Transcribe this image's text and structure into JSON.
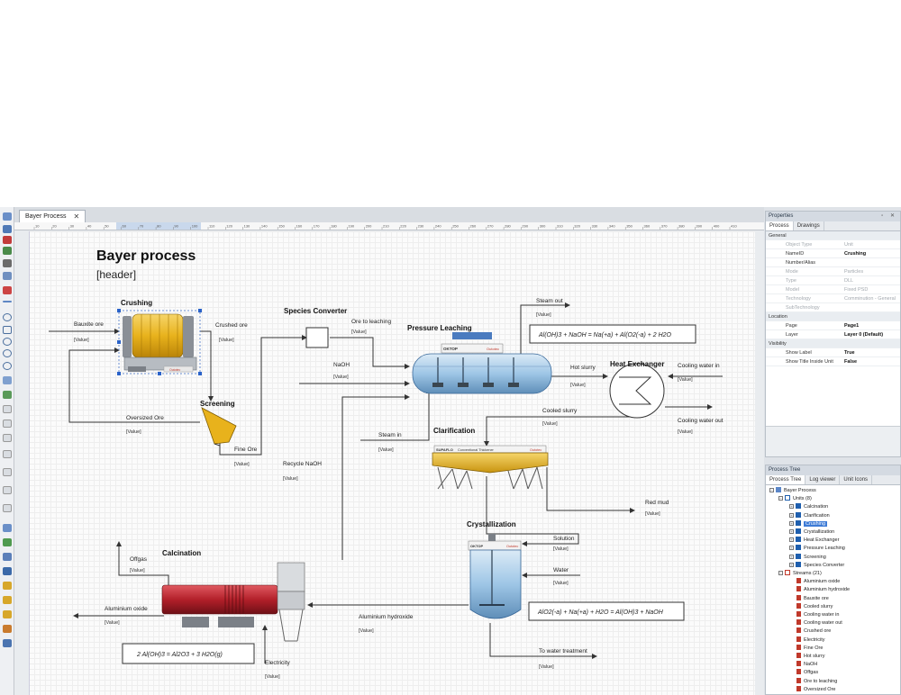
{
  "document": {
    "tab_label": "Bayer Process",
    "tab_close": "✕",
    "ruler_ticks": [
      "10",
      "20",
      "30",
      "40",
      "50",
      "60",
      "70",
      "80",
      "90",
      "100",
      "110",
      "120",
      "130",
      "140",
      "150",
      "160",
      "170",
      "180",
      "190",
      "200",
      "210",
      "220",
      "230",
      "240",
      "250",
      "260",
      "270",
      "280",
      "290",
      "300",
      "310",
      "320",
      "330",
      "340",
      "350",
      "360",
      "370",
      "380",
      "390",
      "400",
      "410"
    ]
  },
  "diagram": {
    "title": "Bayer process",
    "header": "[header]",
    "units": {
      "crushing": "Crushing",
      "screening": "Screening",
      "species_converter": "Species Converter",
      "pressure_leaching": "Pressure Leaching",
      "heat_exchanger": "Heat Exchanger",
      "clarification": "Clarification",
      "crystallization": "Crystallization",
      "calcination": "Calcination"
    },
    "streams": {
      "bauxite_ore": "Bauxite ore",
      "crushed_ore": "Crushed ore",
      "oversized_ore": "Oversized Ore",
      "fine_ore": "Fine Ore",
      "ore_to_leaching": "Ore to leaching",
      "naoh": "NaOH",
      "recycle_naoh": "Recycle NaOH",
      "steam_in": "Steam in",
      "steam_out": "Steam out",
      "hot_slurry": "Hot slurry",
      "cooled_slurry": "Cooled slurry",
      "cooling_water_in": "Cooling water in",
      "cooling_water_out": "Cooling water out",
      "red_mud": "Red mud",
      "solution": "Solution",
      "water": "Water",
      "to_water_treatment": "To water treatment",
      "aluminium_hydroxide": "Aluminium hydroxide",
      "aluminium_oxide": "Aluminium oxide",
      "offgas": "Offgas",
      "electricity": "Electricity"
    },
    "value_placeholder": "[Value]",
    "equations": {
      "leaching": "Al(OH)3 + NaOH = Na(+a) + Al(O2(-a) + 2 H2O",
      "crystallization": "AlO2(-a) + Na(+a) + H2O = Al(OH)3 + NaOH",
      "calcination": "2 Al(OH)3 = Al2O3 + 3 H2O(g)"
    },
    "equipment_labels": {
      "leaching_brand": "OKTOP",
      "leaching_brand_right": "Outotec",
      "clarifier_brand": "SUPAFLO",
      "clarifier_desc": "Conventional Thickener",
      "clarifier_brand_right": "Outotec",
      "crystallizer_brand": "OKTOP",
      "crystallizer_brand_right": "Outotec",
      "mill_brand": "Outotec"
    }
  },
  "properties": {
    "title": "Properties",
    "tabs": [
      "Process",
      "Drawings"
    ],
    "sections": [
      {
        "name": "General",
        "rows": [
          {
            "key": "Object Type",
            "value": "Unit",
            "dim": true
          },
          {
            "key": "NameID",
            "value": "Crushing",
            "bold": true
          },
          {
            "key": "Number/Alias",
            "value": ""
          },
          {
            "key": "Mode",
            "value": "Particles",
            "dim": true
          },
          {
            "key": "Type",
            "value": "DLL",
            "dim": true
          },
          {
            "key": "Model",
            "value": "Fixed PSD",
            "dim": true
          },
          {
            "key": "Technology",
            "value": "Comminution - General",
            "dim": true
          },
          {
            "key": "SubTechnology",
            "value": "",
            "dim": true
          }
        ]
      },
      {
        "name": "Location",
        "rows": [
          {
            "key": "Page",
            "value": "Page1",
            "bold": true
          },
          {
            "key": "Layer",
            "value": "Layer 0 (Default)",
            "bold": true
          }
        ]
      },
      {
        "name": "Visibility",
        "rows": [
          {
            "key": "Show Label",
            "value": "True",
            "bold": true
          },
          {
            "key": "Show Title Inside Unit",
            "value": "False",
            "bold": true
          }
        ]
      }
    ]
  },
  "process_tree": {
    "title": "Process Tree",
    "tabs": [
      "Process Tree",
      "Log viewer",
      "Unit Icons"
    ],
    "root": "Bayer Process",
    "units_group": "Units (8)",
    "units": [
      "Calcination",
      "Clarification",
      "Crushing",
      "Crystallization",
      "Heat Exchanger",
      "Pressure Leaching",
      "Screening",
      "Species Converter"
    ],
    "selected_unit": "Crushing",
    "streams_group": "Streams (21)",
    "streams": [
      "Aluminium oxide",
      "Aluminium hydroxide",
      "Bauxite ore",
      "Cooled slurry",
      "Cooling water in",
      "Cooling water out",
      "Crushed ore",
      "Electricity",
      "Fine Ore",
      "Hot slurry",
      "NaOH",
      "Offgas",
      "Ore to leaching",
      "Oversized Ore"
    ]
  },
  "colors": {
    "unit_icon": "#1f5fae",
    "stream_icon": "#c0392b",
    "selection": "#3d7bd6",
    "mill_yellow": "#e8b21c",
    "kiln_red": "#b3202a",
    "tank_blue": "#9ec6e6"
  }
}
